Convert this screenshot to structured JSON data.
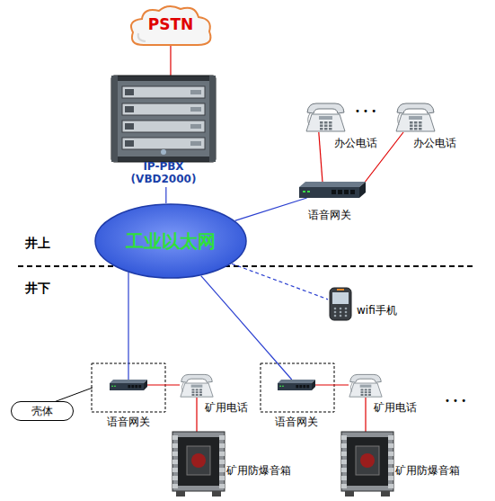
{
  "diagram": {
    "nodes": [
      {
        "text": [
          "PSTN"
        ]
      },
      {
        "text": [
          "IP-PBX (VBD2000)"
        ]
      },
      {
        "text": [
          "办公电话"
        ]
      },
      {
        "text": [
          "办公电话"
        ]
      },
      {
        "text": [
          "工业以太网"
        ]
      },
      {
        "text": [
          "语音网关"
        ]
      },
      {
        "text": [
          "wifi手机"
        ]
      },
      {
        "text": [
          "壳体"
        ]
      },
      {
        "text": [
          "语音网关"
        ]
      },
      {
        "text": [
          "矿用电话"
        ]
      },
      {
        "text": [
          "语音网关"
        ]
      },
      {
        "text": [
          "矿用电话"
        ]
      },
      {
        "text": [
          "矿用防爆音箱"
        ]
      },
      {
        "text": [
          "矿用防爆音箱"
        ]
      }
    ],
    "edges": [
      {
        "from": 0,
        "to": 1,
        "arrow": "none"
      },
      {
        "from": 1,
        "to": 4,
        "arrow": "none"
      },
      {
        "from": 2,
        "to": 5,
        "arrow": "none"
      },
      {
        "from": 3,
        "to": 5,
        "arrow": "none"
      },
      {
        "from": 4,
        "to": 5,
        "arrow": "none"
      },
      {
        "from": 4,
        "to": 6,
        "arrow": "none"
      },
      {
        "from": 4,
        "to": 8,
        "arrow": "none"
      },
      {
        "from": 4,
        "to": 10,
        "arrow": "none"
      },
      {
        "from": 8,
        "to": 9,
        "arrow": "none"
      },
      {
        "from": 10,
        "to": 11,
        "arrow": "none"
      },
      {
        "from": 9,
        "to": 12,
        "arrow": "none"
      },
      {
        "from": 11,
        "to": 13,
        "arrow": "none"
      }
    ],
    "labels": [
      "井上",
      "井下",
      "• • •",
      "• • •"
    ]
  }
}
